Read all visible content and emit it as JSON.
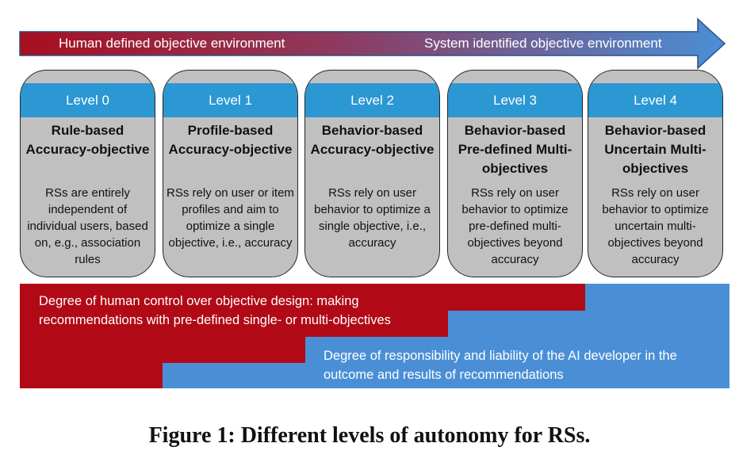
{
  "top_arrow": {
    "left_label": "Human defined objective environment",
    "right_label": "System identified objective environment",
    "colors": {
      "start": "#a80f1f",
      "end": "#4a8fd6"
    }
  },
  "levels": [
    {
      "header": "Level 0",
      "title": "Rule-based Accuracy-objective",
      "description": "RSs are entirely independent of individual users, based on, e.g., association rules"
    },
    {
      "header": "Level 1",
      "title": "Profile-based Accuracy-objective",
      "description": "RSs rely on user or item profiles and aim to optimize a single objective, i.e., accuracy"
    },
    {
      "header": "Level 2",
      "title": "Behavior-based Accuracy-objective",
      "description": "RSs rely on user behavior to optimize a single objective, i.e., accuracy"
    },
    {
      "header": "Level 3",
      "title": "Behavior-based Pre-defined Multi-objectives",
      "description": "RSs rely on user behavior to optimize pre-defined multi-objectives beyond accuracy"
    },
    {
      "header": "Level 4",
      "title": "Behavior-based Uncertain Multi-objectives",
      "description": "RSs rely on user behavior to optimize uncertain multi-objectives beyond accuracy"
    }
  ],
  "bottom": {
    "human_control": "Degree of human control over objective design: making recommendations with pre-defined single- or multi-objectives",
    "developer_responsibility": "Degree of responsibility and liability of the AI developer in the outcome and results of recommendations",
    "colors": {
      "red": "#b10a16",
      "blue": "#4a8fd6"
    }
  },
  "caption": "Figure 1: Different levels of autonomy for RSs."
}
